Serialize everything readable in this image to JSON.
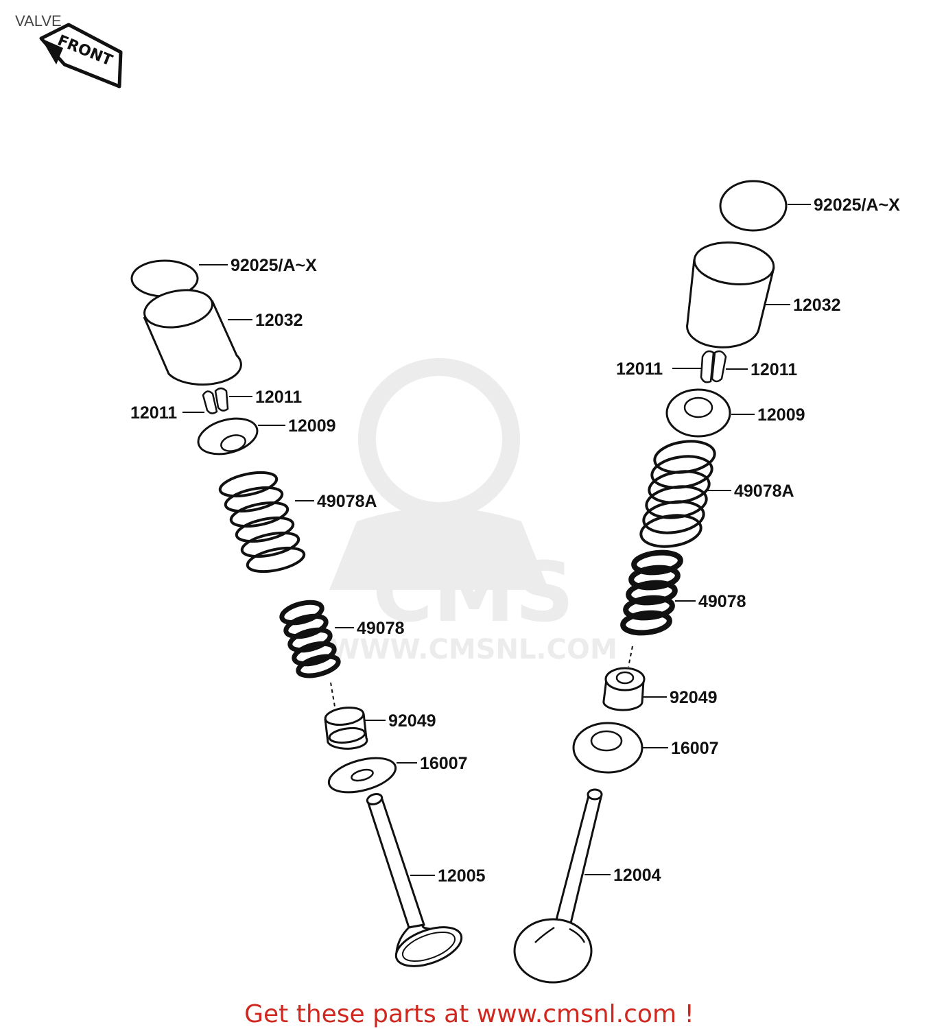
{
  "title": "VALVE",
  "front_label": "FRONT",
  "watermark": {
    "brand": "CMS",
    "url": "WWW.CMSNL.COM"
  },
  "footer": "Get these parts at www.cmsnl.com !",
  "colors": {
    "footer_text": "#d0281e",
    "line": "#111111",
    "watermark": "#ececec"
  },
  "left_assembly": {
    "shim": "92025/A~X",
    "tappet": "12032",
    "cotter_right": "12011",
    "cotter_left": "12011",
    "retainer": "12009",
    "outer_spring": "49078A",
    "inner_spring": "49078",
    "stem_seal": "92049",
    "spring_seat": "16007",
    "valve": "12005"
  },
  "right_assembly": {
    "shim": "92025/A~X",
    "tappet": "12032",
    "cotter_left": "12011",
    "cotter_right": "12011",
    "retainer": "12009",
    "outer_spring": "49078A",
    "inner_spring": "49078",
    "stem_seal": "92049",
    "spring_seat": "16007",
    "valve": "12004"
  }
}
